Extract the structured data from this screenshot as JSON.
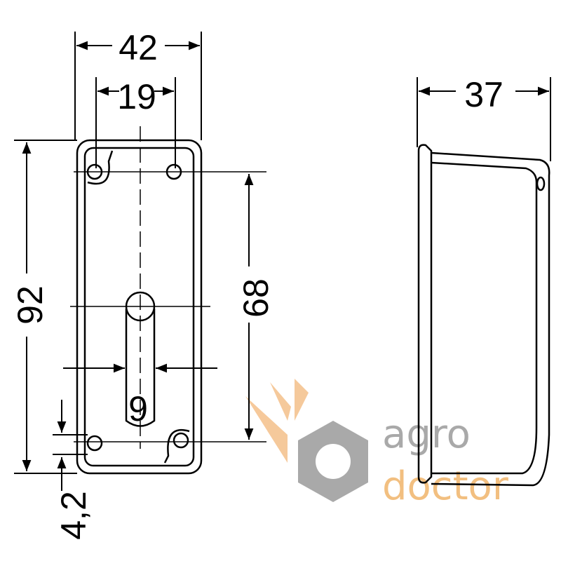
{
  "dimensions": {
    "width_front": "42",
    "hole_spacing": "19",
    "depth": "37",
    "height": "92",
    "hole_vertical_spacing": "68",
    "slot_width": "9",
    "edge_offset": "4,2"
  },
  "watermark": {
    "line1": "agro",
    "line2": "doctor"
  },
  "colors": {
    "line": "#000000",
    "watermark_gray": "#9b9b9b",
    "watermark_orange": "#f0b46a"
  }
}
